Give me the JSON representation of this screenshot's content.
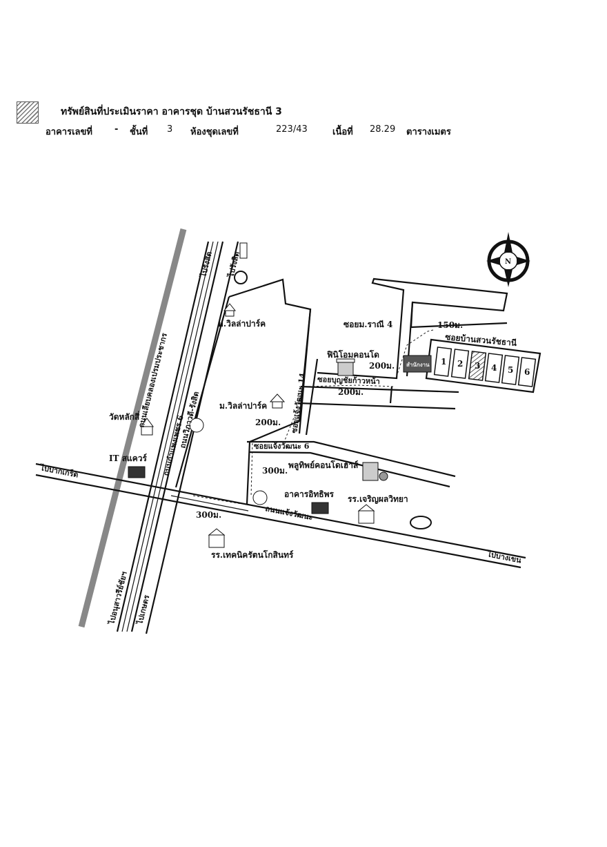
{
  "header": {
    "title": "ทรัพย์สินที่ประเมินราคา อาคารชุด บ้านสวนรัชธานี 3",
    "building_label": "อาคารเลขที่",
    "building_value": "-",
    "floor_label": "ชั้นที่",
    "floor_value": "3",
    "unit_label": "ห้องชุดเลขที่",
    "unit_value": "223/43",
    "area_label": "เนื้อที่",
    "area_value": "28.29",
    "area_unit": "ตารางเมตร"
  },
  "map": {
    "compass": "N",
    "roads": {
      "rangsit_top_left": "ไปรังสิต",
      "rangsit_top_right": "ไปรังสิต",
      "kamphaeng_phet_6": "ถนนกำแพงเพชร 6",
      "vibhavadi": "ถนนวิภาวดี-รังสิต",
      "prem_prachakorn": "ถนนเลียบคลองเปรมประชากร",
      "chaengwattana": "ถนนแจ้งวัฒนะ",
      "to_pak_kret": "ไปปากเกร็ด",
      "to_bang_khen": "ไปบางเขน",
      "to_victory_monument": "ไปอนุสาวรีย์ชัยฯ",
      "to_kaset": "ไปเกษตร",
      "soi_yom_ranee_4": "ซอยม.ราณี 4",
      "soi_baan_suan_ratchathani": "ซอยบ้านสวนรัชธานี",
      "soi_chaengwattana_14": "ซอยแจ้งวัฒนะ 14",
      "soi_chaengwattana_6": "ซอยแจ้งวัฒนะ 6",
      "soi_tip_khong": "ซอยบุญชัยก้าวหน้า"
    },
    "places": {
      "villa_park_1": "ม.วิลล่าปาร์ค",
      "villa_park_2": "ม.วิลล่าปาร์ค",
      "fininiom_condo": "ฟินิโอมคอนโด",
      "phutthiphong_condo": "พลูทิพย์คอนโดเฮ้าส์",
      "itthiporn": "อาคารอิทธิพร",
      "charoen_school": "รร.เจริญผลวิทยา",
      "tech_school": "รร.เทคนิครัตนโกสินทร์",
      "wat_laksi": "วัดหลักสี่",
      "it_square": "IT สแควร์"
    },
    "distances": {
      "d150": "150ม.",
      "d200_a": "200ม.",
      "d200_b": "200ม.",
      "d200_c": "200ม.",
      "d300_a": "300ม.",
      "d300_b": "300ม."
    },
    "buildings": [
      "1",
      "2",
      "3",
      "4",
      "5",
      "6"
    ],
    "office_label": "สำนักงาน"
  }
}
